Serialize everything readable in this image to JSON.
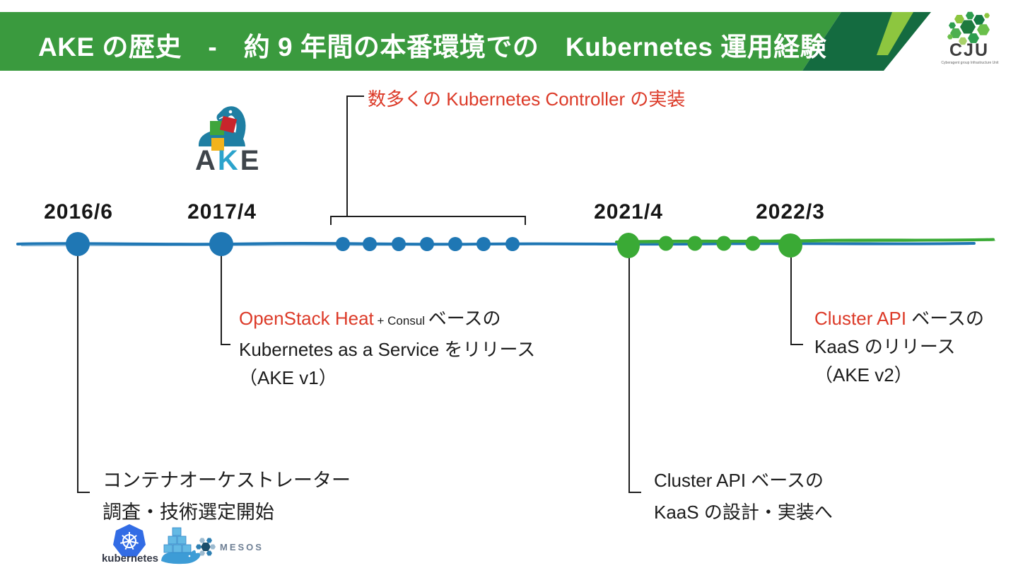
{
  "slide": {
    "title": "AKE の歴史　-　約 9 年間の本番環境での　Kubernetes 運用経験"
  },
  "cju_logo": {
    "name": "CJU",
    "tagline": "Cyberagent group Infrastructure Unit"
  },
  "ake_logo": {
    "a": "A",
    "k": "K",
    "e": "E"
  },
  "top_annotation": "数多くの Kubernetes Controller の実装",
  "timeline": {
    "milestones": [
      {
        "date": "2016/6"
      },
      {
        "date": "2017/4"
      },
      {
        "date": "2021/4"
      },
      {
        "date": "2022/3"
      }
    ],
    "blue_minor_dot_count": 7,
    "green_minor_dot_count": 4
  },
  "notes": {
    "research": {
      "line1": "コンテナオーケストレーター",
      "line2": "調査・技術選定開始"
    },
    "ake_v1": {
      "highlight": "OpenStack Heat",
      "suffix_small": " + Consul ",
      "suffix": "ベースの",
      "line2": "Kubernetes as a Service をリリース",
      "line3": "（AKE v1）"
    },
    "design": {
      "line1": "Cluster API ベースの",
      "line2": "KaaS の設計・実装へ"
    },
    "ake_v2": {
      "highlight": "Cluster API ",
      "suffix": "ベースの",
      "line2": "KaaS のリリース",
      "line3": "（AKE v2）"
    }
  },
  "tech_logos": {
    "kubernetes": "kubernetes",
    "mesos": "MESOS"
  },
  "colors": {
    "banner_green": "#3A9A3E",
    "banner_dark_green": "#146B40",
    "banner_light_green": "#8DC63F",
    "timeline_blue": "#1F77B4",
    "timeline_green": "#3AAA35",
    "accent_red": "#DC3A28"
  }
}
